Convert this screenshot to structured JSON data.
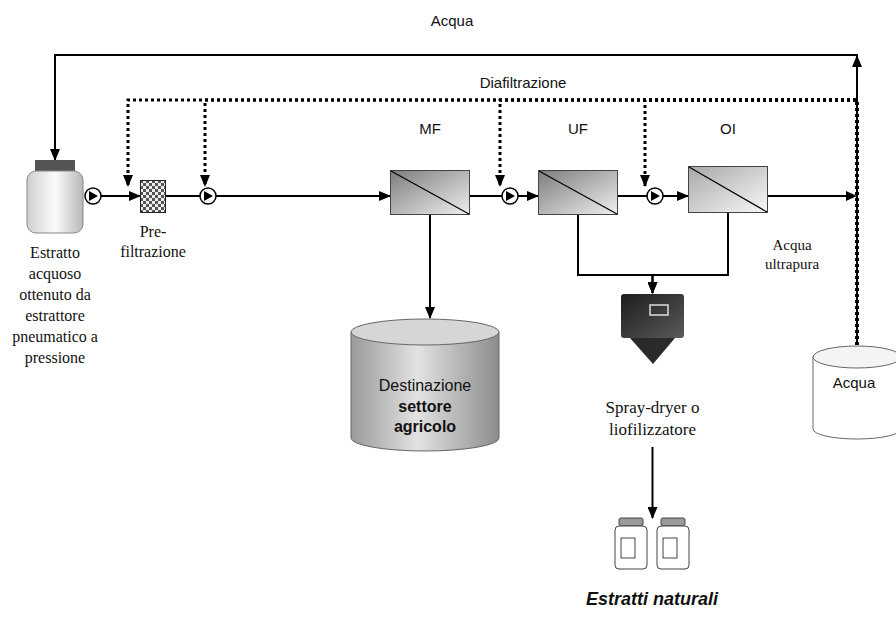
{
  "diagram": {
    "nodes": [
      {
        "text": [
          "Estratto acquoso ottenuto da estrattore pneumatico a pressione"
        ]
      },
      {
        "text": [
          "Pre- filtrazione"
        ]
      },
      {
        "text": [
          "MF"
        ]
      },
      {
        "text": [
          "UF"
        ]
      },
      {
        "text": [
          "OI"
        ]
      },
      {
        "text": [
          "Destinazione",
          "settore agricolo"
        ]
      },
      {
        "text": [
          "Acqua"
        ]
      },
      {
        "text": [
          "Spray-dryer o liofilizzatore"
        ]
      },
      {
        "text": [
          "Estratti naturali"
        ]
      }
    ],
    "edges": [
      {
        "from": 0,
        "to": 1,
        "arrow": "to"
      },
      {
        "from": 1,
        "to": 2,
        "arrow": "to"
      },
      {
        "from": 2,
        "to": 3,
        "arrow": "to"
      },
      {
        "from": 3,
        "to": 4,
        "arrow": "to"
      },
      {
        "from": 2,
        "to": 5,
        "arrow": "to"
      },
      {
        "from": 3,
        "to": 7,
        "arrow": "to"
      },
      {
        "from": 4,
        "to": 7,
        "arrow": "to"
      },
      {
        "from": 7,
        "to": 8,
        "arrow": "to"
      },
      {
        "from": 6,
        "to": 0,
        "label": "Acqua",
        "arrow": "to"
      },
      {
        "from": 6,
        "to": 1,
        "arrow": "to"
      },
      {
        "from": 6,
        "to": 2,
        "arrow": "to"
      },
      {
        "from": 6,
        "to": 3,
        "label": "Diafiltrazione",
        "arrow": "to"
      },
      {
        "from": 6,
        "to": 4,
        "arrow": "to"
      }
    ],
    "labels": [
      "Acqua ultrapura"
    ]
  }
}
